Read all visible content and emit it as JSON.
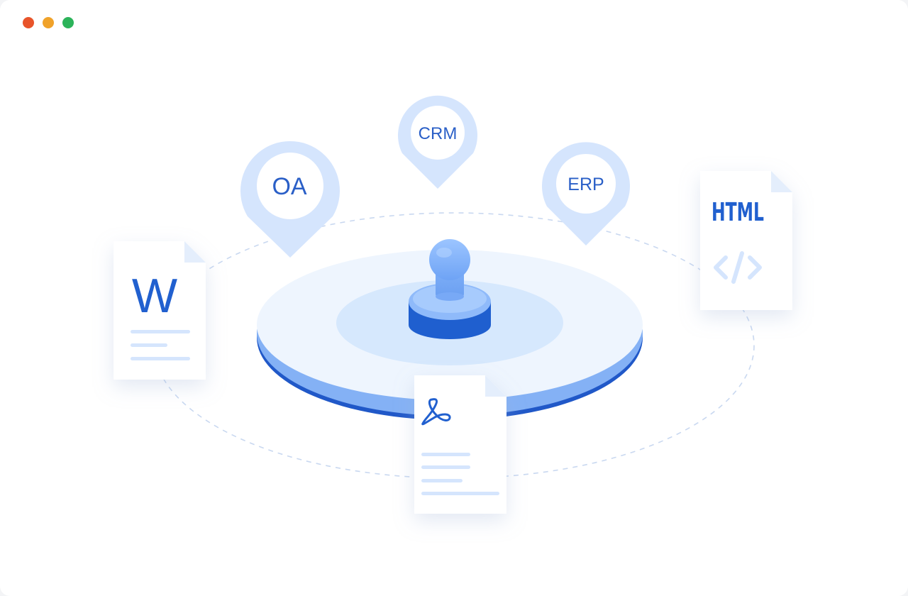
{
  "window": {
    "controls": [
      "close",
      "minimize",
      "maximize"
    ]
  },
  "pins": {
    "oa": "OA",
    "crm": "CRM",
    "erp": "ERP"
  },
  "documents": {
    "word": {
      "icon": "word-icon",
      "glyph": "W"
    },
    "html": {
      "icon": "html-icon",
      "label": "HTML",
      "code": "</>"
    },
    "pdf": {
      "icon": "pdf-icon"
    }
  },
  "stamp": {
    "icon": "seal-stamp-icon"
  },
  "colors": {
    "accent": "#2160cf",
    "pin_fill": "#d5e5fd",
    "platform": "#eef5fe",
    "platform_rim": "#84b1f5",
    "close": "#e8542a",
    "minimize": "#f0a22a",
    "maximize": "#2cb35a"
  }
}
